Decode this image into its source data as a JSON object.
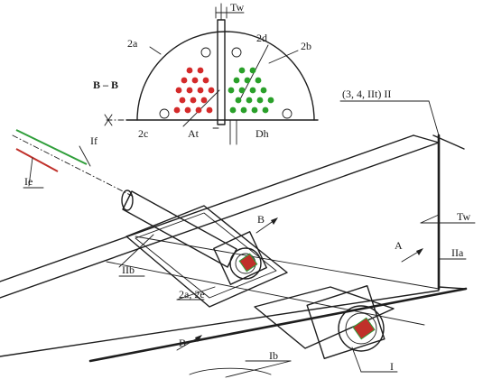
{
  "labels": {
    "tw_top": "Tw",
    "section_2a": "2a",
    "section_2d": "2d",
    "section_2b": "2b",
    "section_bb": "B – B",
    "section_2c": "2c",
    "section_at": "At",
    "section_dh": "Dh",
    "wing_root": "(3, 4, IIt) II",
    "ray_if": "If",
    "ray_ie": "Ie",
    "view_b": "B",
    "tw_right": "Tw",
    "view_a": "A",
    "leg_iia": "IIa",
    "strut_iib": "IIb",
    "tube_label": "2a, 2e",
    "view_b_lower": "B",
    "label_ib": "Ib",
    "label_i": "I"
  },
  "colors": {
    "ink": "#1e1e1e",
    "tube_red": "#d42a2a",
    "tube_green": "#2aa02a",
    "ray_green": "#2f9e3a",
    "ray_red": "#c0302a"
  }
}
